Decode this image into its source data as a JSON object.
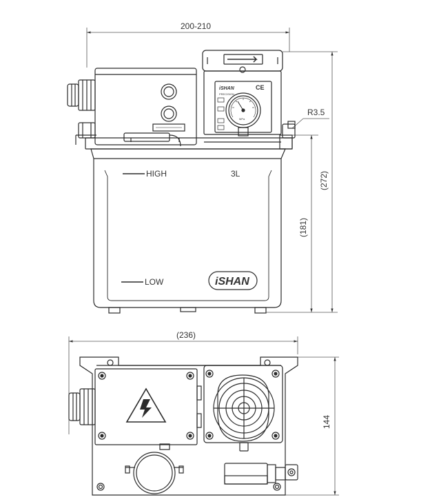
{
  "front_view": {
    "width_dim": "200-210",
    "radius_dim": "R3.5",
    "total_height_dim": "(272)",
    "tank_height_dim": "(181)",
    "level_high": "HIGH",
    "level_low": "LOW",
    "capacity": "3L",
    "brand_logo": "iSHAN",
    "gauge_label": "MPa",
    "panel_brand": "iSHAN",
    "panel_sub": "PRECISION"
  },
  "top_view": {
    "width_dim": "(236)",
    "depth_dim": "144",
    "warning_icon": "high-voltage-warning-icon"
  },
  "colors": {
    "line": "#2a2a2a",
    "dim_line": "#555555"
  }
}
